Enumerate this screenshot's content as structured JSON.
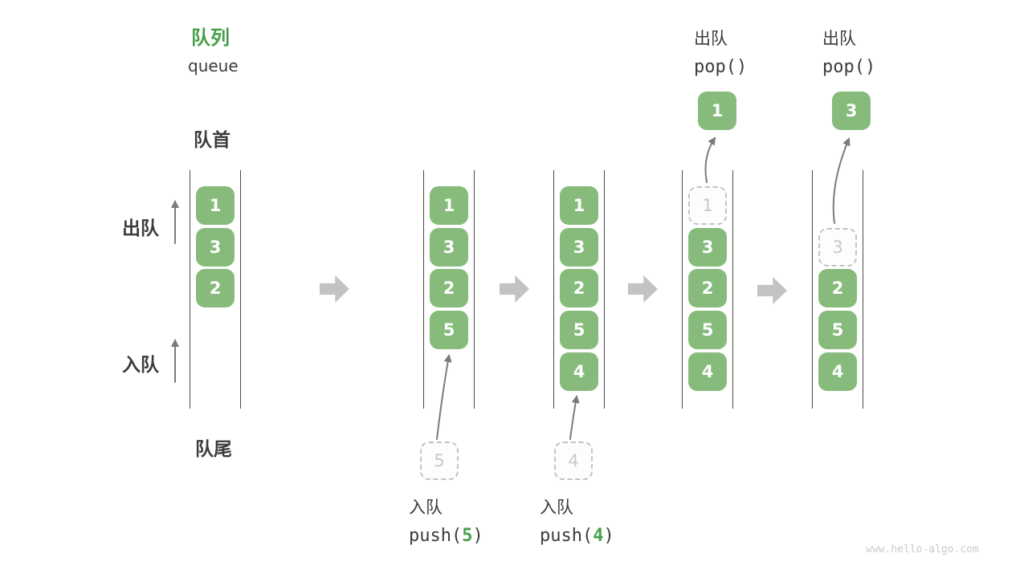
{
  "page": {
    "title_zh": "队列",
    "title_en": "queue",
    "watermark": "www.hello-algo.com"
  },
  "labels": {
    "front": "队首",
    "rear": "队尾",
    "dequeue": "出队",
    "enqueue": "入队"
  },
  "colors": {
    "green_text": "#46a049",
    "cell_green": "#87bb7c",
    "dark_text": "#3c3c3c",
    "line_color": "#4a4a4a",
    "block_arrow": "#c3c3c3",
    "thin_arrow": "#7b7b7b",
    "ghost_border": "#c3c3c3",
    "ghost_text": "#c8c8c8",
    "watermark": "#cbcbcb"
  },
  "queues": [
    {
      "id": 1,
      "cells": [
        "1",
        "3",
        "2"
      ]
    },
    {
      "id": 2,
      "cells": [
        "1",
        "3",
        "2",
        "5"
      ],
      "operation": {
        "label": "入队",
        "fn": "push(",
        "arg": "5",
        "close": ")",
        "staged_value": "5"
      }
    },
    {
      "id": 3,
      "cells": [
        "1",
        "3",
        "2",
        "5",
        "4"
      ],
      "operation": {
        "label": "入队",
        "fn": "push(",
        "arg": "4",
        "close": ")",
        "staged_value": "4"
      }
    },
    {
      "id": 4,
      "ghost_value": "1",
      "cells": [
        "3",
        "2",
        "5",
        "4"
      ],
      "operation": {
        "label": "出队",
        "fn": "pop()",
        "popped_value": "1"
      }
    },
    {
      "id": 5,
      "ghost_value": "3",
      "cells": [
        "2",
        "5",
        "4"
      ],
      "operation": {
        "label": "出队",
        "fn": "pop()",
        "popped_value": "3"
      }
    }
  ]
}
